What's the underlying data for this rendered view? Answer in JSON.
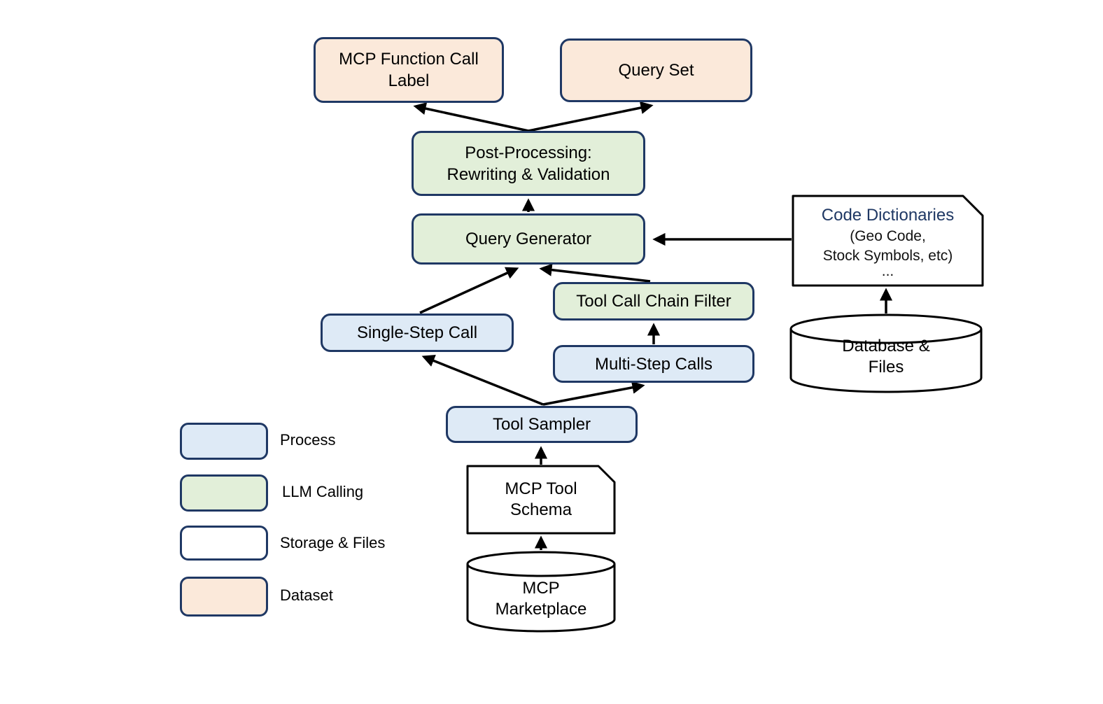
{
  "diagram": {
    "nodes": {
      "mcp_function_call_label": {
        "type": "dataset",
        "lines": [
          "MCP Function Call",
          "Label"
        ]
      },
      "query_set": {
        "type": "dataset",
        "lines": [
          "Query Set"
        ]
      },
      "post_processing": {
        "type": "llm_calling",
        "lines": [
          "Post-Processing:",
          "Rewriting & Validation"
        ]
      },
      "query_generator": {
        "type": "llm_calling",
        "lines": [
          "Query Generator"
        ]
      },
      "tool_call_chain_filter": {
        "type": "llm_calling",
        "lines": [
          "Tool Call Chain Filter"
        ]
      },
      "multi_step_calls": {
        "type": "process",
        "lines": [
          "Multi-Step Calls"
        ]
      },
      "single_step_call": {
        "type": "process",
        "lines": [
          "Single-Step Call"
        ]
      },
      "tool_sampler": {
        "type": "process",
        "lines": [
          "Tool Sampler"
        ]
      },
      "code_dictionaries": {
        "type": "storage_files",
        "title": "Code Dictionaries",
        "sub_lines": [
          "(Geo Code,",
          "Stock Symbols, etc)"
        ],
        "ellipsis": "..."
      },
      "database_files": {
        "type": "storage_files",
        "lines": [
          "Database &",
          "Files"
        ]
      },
      "mcp_tool_schema": {
        "type": "storage_files",
        "lines": [
          "MCP Tool",
          "Schema"
        ]
      },
      "mcp_marketplace": {
        "type": "storage_files",
        "lines": [
          "MCP",
          "Marketplace"
        ]
      }
    },
    "edges": [
      {
        "from": "post_processing",
        "to": "mcp_function_call_label"
      },
      {
        "from": "post_processing",
        "to": "query_set"
      },
      {
        "from": "query_generator",
        "to": "post_processing"
      },
      {
        "from": "single_step_call",
        "to": "query_generator"
      },
      {
        "from": "tool_call_chain_filter",
        "to": "query_generator"
      },
      {
        "from": "multi_step_calls",
        "to": "tool_call_chain_filter"
      },
      {
        "from": "tool_sampler",
        "to": "single_step_call"
      },
      {
        "from": "tool_sampler",
        "to": "multi_step_calls"
      },
      {
        "from": "mcp_tool_schema",
        "to": "tool_sampler"
      },
      {
        "from": "mcp_marketplace",
        "to": "mcp_tool_schema"
      },
      {
        "from": "database_files",
        "to": "code_dictionaries"
      },
      {
        "from": "code_dictionaries",
        "to": "query_generator"
      }
    ],
    "legend": {
      "items": [
        {
          "key": "process",
          "label": "Process",
          "color": "#deeaf6"
        },
        {
          "key": "llm_calling",
          "label": "LLM Calling",
          "color": "#e2efd9"
        },
        {
          "key": "storage_files",
          "label": "Storage & Files",
          "color": "#ffffff"
        },
        {
          "key": "dataset",
          "label": "Dataset",
          "color": "#fbe9da"
        }
      ]
    },
    "colors": {
      "background": "#ffffff",
      "node_border": "#1f3864",
      "storage_border": "#000000",
      "arrow": "#000000",
      "code_dictionaries_title": "#1f3864",
      "text": "#000000"
    }
  }
}
